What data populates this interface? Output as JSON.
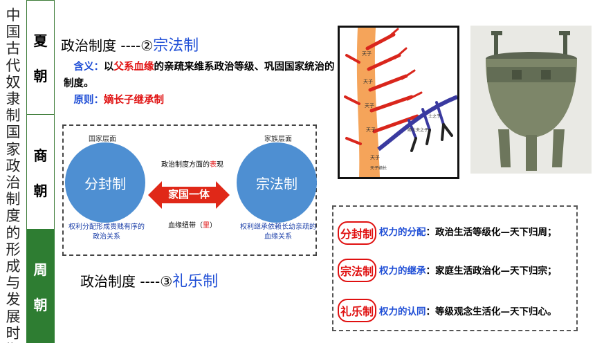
{
  "vertical_title": [
    "中",
    "国",
    "古",
    "代",
    "奴",
    "隶",
    "制",
    "国",
    "家",
    "政",
    "治",
    "制",
    "度",
    "的",
    "形",
    "成",
    "与",
    "发",
    "展",
    "时",
    "期"
  ],
  "dynasties": {
    "xia": [
      "夏",
      "朝"
    ],
    "shang": [
      "商",
      "朝"
    ],
    "zhou": [
      "周",
      "朝"
    ]
  },
  "heading1": {
    "prefix": "政治制度 ----",
    "num": "②",
    "term": "宗法制"
  },
  "definition": {
    "label1": "含义：",
    "pre": "以",
    "red": "父系血缘",
    "post": "的亲疏来维系政治等级、巩固国家统治的制度。",
    "label2": "原则：",
    "principle": "嫡长子继承制"
  },
  "diagram": {
    "left_header": "国家层面",
    "right_header": "家族层面",
    "left_circle": "分封制",
    "right_circle": "宗法制",
    "mid_top_pre": "政治制度方面的",
    "mid_top_red": "表",
    "mid_top_post": "现",
    "arrow": "家国一体",
    "mid_bot_pre": "血缘纽带（",
    "mid_bot_red": "里",
    "mid_bot_post": "）",
    "left_caption": [
      "权利分配形成贵贱有序的",
      "政治关系"
    ],
    "right_caption": [
      "权利继承依赖长幼亲疏的",
      "血缘关系"
    ]
  },
  "tree_labels": [
    "天子",
    "天子",
    "天子",
    "天子",
    "天子",
    "天子",
    "天子嫡长",
    "庶子",
    "嫡长子",
    "诸侯之子",
    "卿大夫之子",
    "士之子"
  ],
  "heading2": {
    "prefix": "政治制度 ----",
    "num": "③",
    "term": "礼乐制"
  },
  "summary": [
    {
      "seal": "分封制",
      "label": "权力的分配",
      "text": "：政治生活等级化—天下归周；"
    },
    {
      "seal": "宗法制",
      "label": "权力的继承",
      "text": "：家庭生活政治化—天下归宗；"
    },
    {
      "seal": "礼乐制",
      "label": "权力的认同",
      "text": "：等级观念生活化—天下归心。"
    }
  ],
  "colors": {
    "zhou_bg": "#2e7d32",
    "accent_blue": "#1f4ed6",
    "accent_red": "#e01010",
    "circle": "#4e8fd2",
    "arrow": "#e02818"
  }
}
